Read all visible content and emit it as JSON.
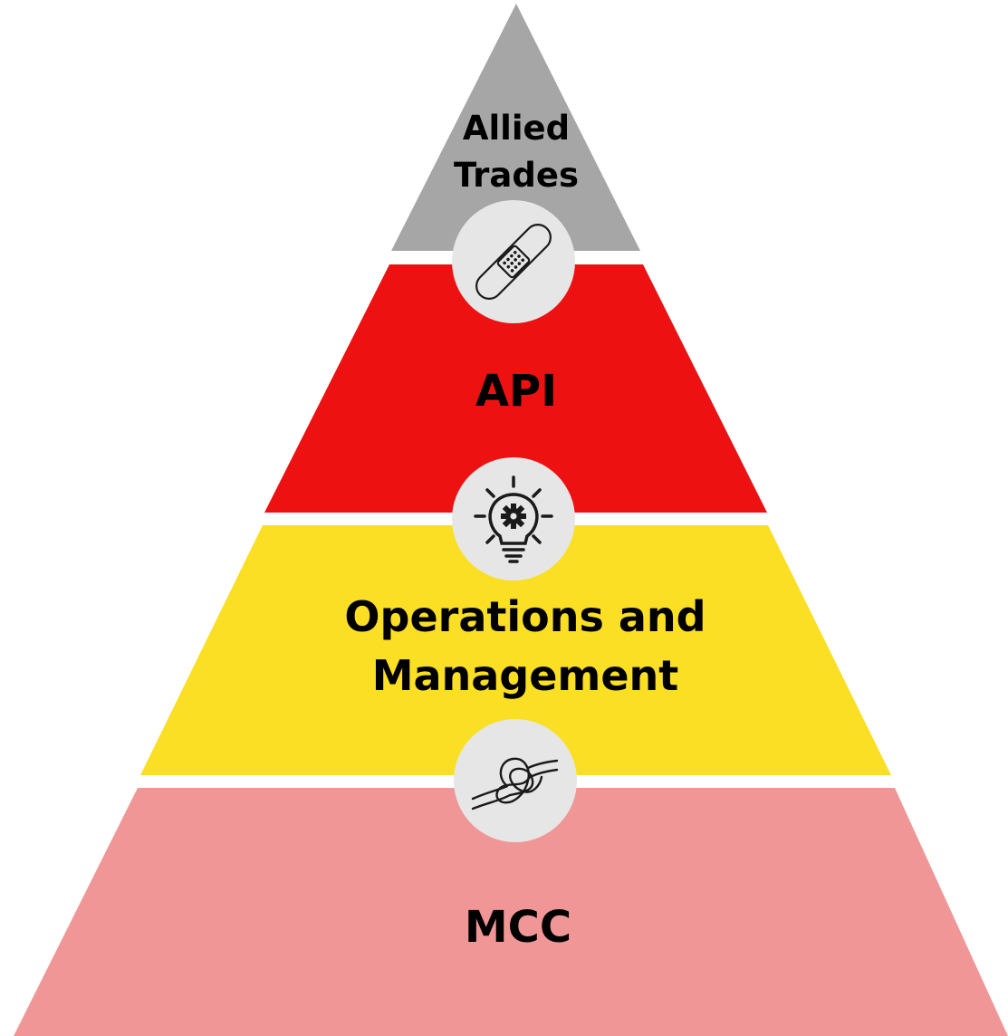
{
  "diagram": {
    "tiers": [
      {
        "id": "allied-trades",
        "label_lines": [
          "Allied",
          "Trades"
        ],
        "color": "#a6a6a6",
        "icon": "bandage-icon"
      },
      {
        "id": "api",
        "label_lines": [
          "API"
        ],
        "color": "#ee1111",
        "icon": "lightbulb-gear-icon"
      },
      {
        "id": "operations-management",
        "label_lines": [
          "Operations and",
          "Management"
        ],
        "color": "#fadf24",
        "icon": "knot-icon"
      },
      {
        "id": "mcc",
        "label_lines": [
          "MCC"
        ],
        "color": "#f09696",
        "icon": ""
      }
    ],
    "icon_circle_color": "#e6e6e6",
    "icon_stroke_color": "#1a1a1a"
  }
}
